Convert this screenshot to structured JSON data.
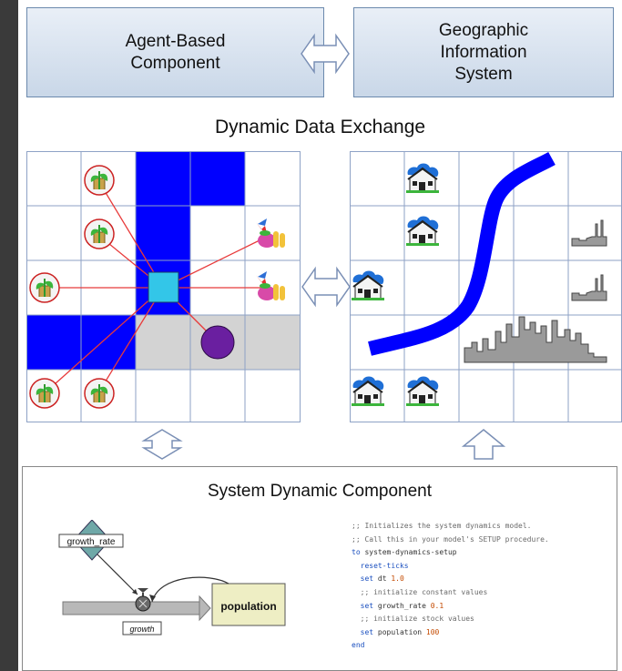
{
  "components": {
    "agent_based": "Agent-Based\nComponent",
    "gis": "Geographic\nInformation\nSystem",
    "exchange_title": "Dynamic Data Exchange",
    "system_dynamic_title": "System Dynamic Component"
  },
  "model": {
    "stock_label": "population",
    "flow_label": "growth",
    "converter_label": "growth_rate"
  },
  "code_lines": [
    [
      {
        "t": ";; Initializes the system dynamics model.",
        "c": "cm"
      }
    ],
    [
      {
        "t": ";; Call this in your model's SETUP procedure.",
        "c": "cm"
      }
    ],
    [
      {
        "t": "to",
        "c": "kw"
      },
      {
        "t": " system-dynamics-setup",
        "c": ""
      }
    ],
    [
      {
        "t": "  reset-ticks",
        "c": "kw"
      }
    ],
    [
      {
        "t": "  set",
        "c": "kw"
      },
      {
        "t": " dt ",
        "c": ""
      },
      {
        "t": "1.0",
        "c": "num"
      }
    ],
    [
      {
        "t": "  ;; initialize constant values",
        "c": "cm"
      }
    ],
    [
      {
        "t": "  set",
        "c": "kw"
      },
      {
        "t": " growth_rate ",
        "c": ""
      },
      {
        "t": "0.1",
        "c": "num"
      }
    ],
    [
      {
        "t": "  ;; initialize stock values",
        "c": "cm"
      }
    ],
    [
      {
        "t": "  set",
        "c": "kw"
      },
      {
        "t": " population ",
        "c": ""
      },
      {
        "t": "100",
        "c": "num"
      }
    ],
    [
      {
        "t": "end",
        "c": "kw"
      }
    ]
  ],
  "colors": {
    "water": "#0000ff",
    "link": "#e83a3a",
    "agent": "#6a1fa0",
    "road": "#d3d3d3",
    "grid_line": "#8ea2c6"
  }
}
